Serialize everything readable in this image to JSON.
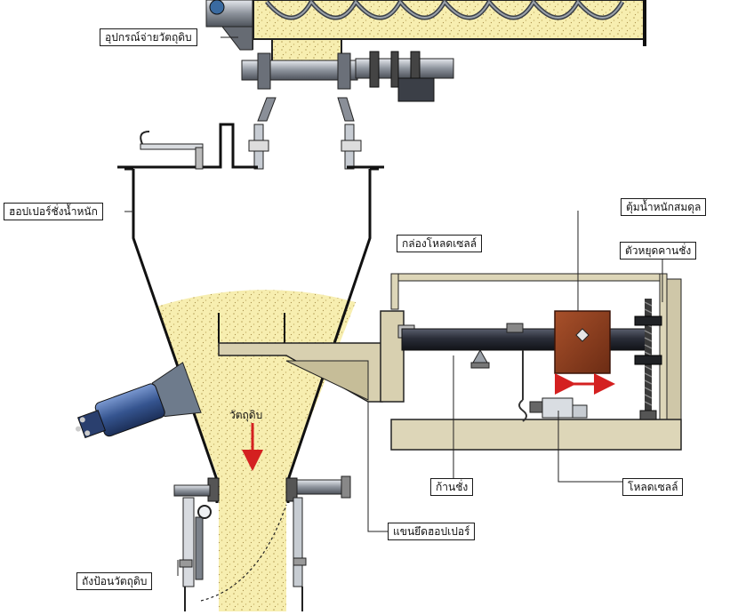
{
  "labels": {
    "feeder": "อุปกรณ์จ่ายวัตถุดิบ",
    "weigh_hopper": "ฮอปเปอร์ชั่งน้ำหนัก",
    "loadcell_box": "กล่องโหลดเซลล์",
    "counterweight": "ตุ้มน้ำหนักสมดุล",
    "beam_stop": "ตัวหยุดคานชั่ง",
    "material": "วัตถุดิบ",
    "weigh_beam": "ก้านชั่ง",
    "load_cell": "โหลดเซลล์",
    "hopper_arm": "แขนยึดฮอปเปอร์",
    "receiving_bin": "ถังป้อนวัตถุดิบ"
  },
  "colors": {
    "material": "#f7eeb0",
    "frame_fill": "#ddd6b8",
    "beam": "#2c2f3a",
    "counterweight": "#8a3a1e",
    "motion_arrow": "#d42020",
    "flow_arrow": "#d42020",
    "vibrator": "#3a5a9a"
  }
}
